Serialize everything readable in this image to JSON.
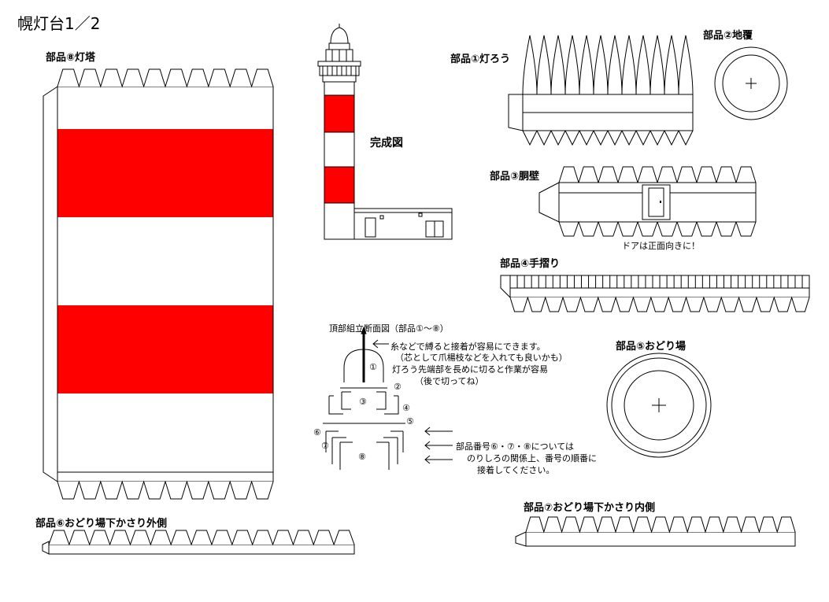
{
  "title": "幌灯台1／2",
  "parts": {
    "p1": "部品①灯ろう",
    "p2": "部品②地覆",
    "p3": "部品③胴壁",
    "p4": "部品④手摺り",
    "p5": "部品⑤おどり場",
    "p6": "部品⑥おどり場下かさり外側",
    "p7": "部品⑦おどり場下かさり内側",
    "p8": "部品⑧灯塔"
  },
  "completed_label": "完成図",
  "door_note": "ドアは正面向きに！",
  "cross_section": {
    "title": "頂部組立断面図（部品①～⑧）",
    "notes": [
      "糸などで縛ると接着が容易にできます。",
      "（芯として爪楊枝などを入れても良いかも）",
      "灯ろう先端部を長めに切ると作業が容易",
      "（後で切ってね）"
    ],
    "markers": [
      "①",
      "②",
      "③",
      "④",
      "⑤",
      "⑥",
      "⑦",
      "⑧"
    ],
    "order_note": [
      "部品番号⑥・⑦・⑧については",
      "のりしろの関係上、番号の順番に",
      "接着してください。"
    ]
  },
  "colors": {
    "red": "#ff0000",
    "line": "#000000",
    "fill": "#ffffff"
  }
}
